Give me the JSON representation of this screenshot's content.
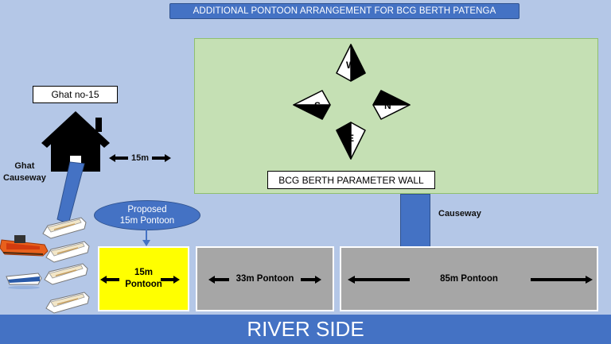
{
  "title": "ADDITIONAL PONTOON ARRANGEMENT FOR BCG BERTH PATENGA",
  "ghat_label": "Ghat no-15",
  "ghat_causeway": [
    "Ghat",
    "Causeway"
  ],
  "distance_label": "15m",
  "wall_label": "BCG BERTH PARAMETER WALL",
  "causeway_label": "Causeway",
  "proposed_bubble": [
    "Proposed",
    "15m Pontoon"
  ],
  "pontoons": {
    "p15": [
      "15m",
      "Pontoon"
    ],
    "p33": "33m Pontoon",
    "p85": "85m Pontoon"
  },
  "river_label": "RIVER SIDE",
  "compass": {
    "north": "N",
    "south": "S",
    "east": "E",
    "west": "W"
  },
  "colors": {
    "background": "#b4c7e7",
    "berth_area": "#c5e0b4",
    "accent_blue": "#4472c4",
    "proposed_pontoon": "#ffff00",
    "existing_pontoon": "#a6a6a6"
  },
  "icons": [
    "house-icon",
    "boat-icon",
    "rescue-boat-icon",
    "compass-icon",
    "double-arrow-icon"
  ]
}
